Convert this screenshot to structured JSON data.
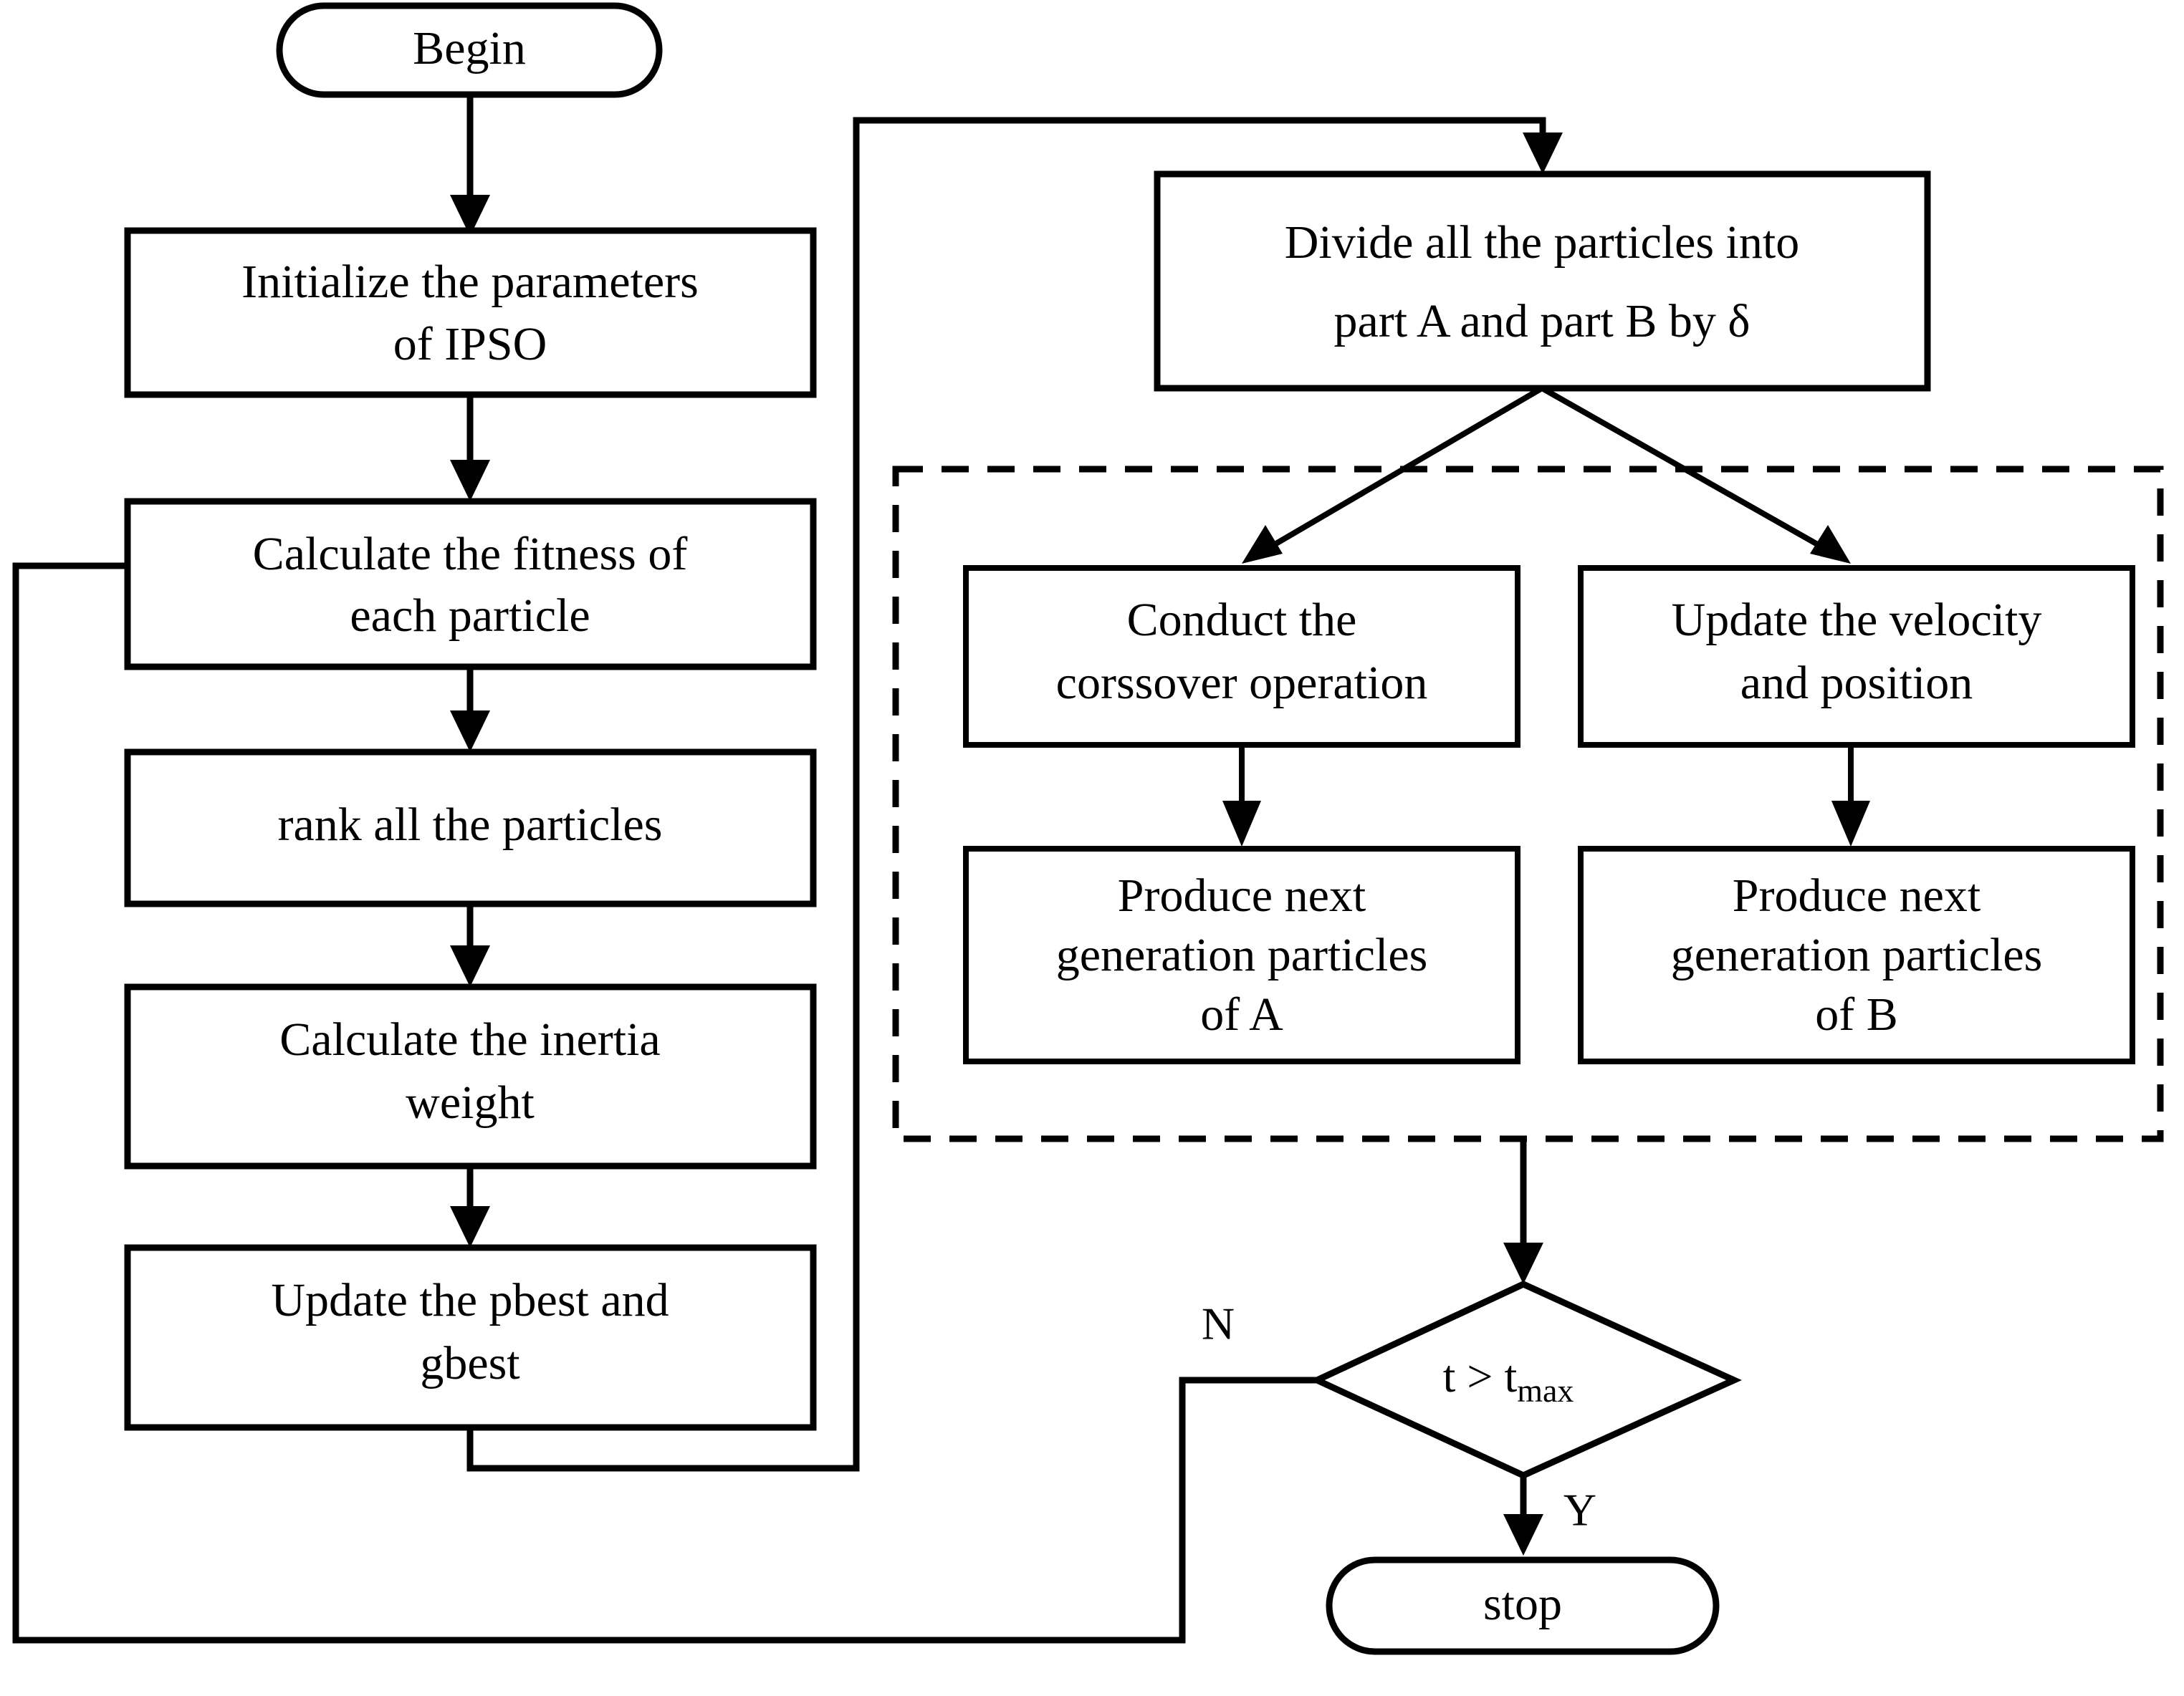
{
  "diagram": {
    "title": "IPSO algorithm flowchart",
    "type": "flowchart",
    "background_color": "#ffffff",
    "line_color": "#000000"
  },
  "terminals": {
    "begin": "Begin",
    "stop": "stop"
  },
  "left_column": [
    {
      "id": "initialize",
      "line1": "Initialize the parameters",
      "line2": "of IPSO"
    },
    {
      "id": "fitness",
      "line1": "Calculate the fitness of",
      "line2": "each particle"
    },
    {
      "id": "rank",
      "line1": "rank all the particles",
      "line2": ""
    },
    {
      "id": "inertia",
      "line1": "Calculate the inertia",
      "line2": "weight"
    },
    {
      "id": "pbest",
      "line1": "Update the pbest and",
      "line2": "gbest"
    }
  ],
  "right_column": {
    "divide": {
      "line1": "Divide all the particles into",
      "line2": "part A and part B by δ"
    },
    "group_left": [
      {
        "id": "crossover",
        "line1": "Conduct the",
        "line2": "corssover operation",
        "line3": ""
      },
      {
        "id": "produce-a",
        "line1": "Produce next",
        "line2": "generation particles",
        "line3": "of A"
      }
    ],
    "group_right": [
      {
        "id": "update-vp",
        "line1": "Update the velocity",
        "line2": "and position",
        "line3": ""
      },
      {
        "id": "produce-b",
        "line1": "Produce next",
        "line2": "generation particles",
        "line3": "of B"
      }
    ]
  },
  "decision": {
    "id": "t-gt-tmax",
    "text_main": "t > t",
    "text_sub": "max",
    "branch_no": "N",
    "branch_yes": "Y"
  }
}
